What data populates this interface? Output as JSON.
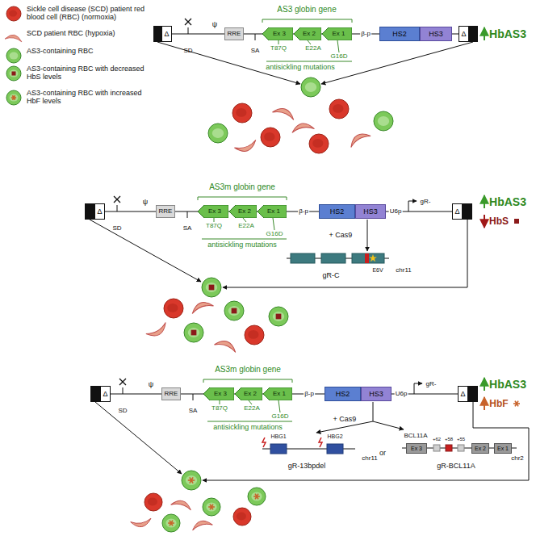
{
  "diagram": {
    "nodes": [
      {
        "text": [
          "Δ"
        ]
      },
      {
        "text": [
          "RRE"
        ]
      },
      {
        "text": [
          "Ex 3"
        ]
      },
      {
        "text": [
          "Ex 2"
        ]
      },
      {
        "text": [
          "Ex 1"
        ]
      },
      {
        "text": [
          "HS2"
        ]
      },
      {
        "text": [
          "HS3"
        ]
      },
      {
        "text": [
          "Δ"
        ]
      },
      {
        "text": [
          "Δ"
        ]
      },
      {
        "text": [
          "RRE"
        ]
      },
      {
        "text": [
          "Ex 3"
        ]
      },
      {
        "text": [
          "Ex 2"
        ]
      },
      {
        "text": [
          "Ex 1"
        ]
      },
      {
        "text": [
          "HS2"
        ]
      },
      {
        "text": [
          "HS3"
        ]
      },
      {
        "text": [
          "Δ"
        ]
      },
      {
        "text": [
          "Δ"
        ]
      },
      {
        "text": [
          "RRE"
        ]
      },
      {
        "text": [
          "Ex 3"
        ]
      },
      {
        "text": [
          "Ex 2"
        ]
      },
      {
        "text": [
          "Ex 1"
        ]
      },
      {
        "text": [
          "HS2"
        ]
      },
      {
        "text": [
          "HS3"
        ]
      },
      {
        "text": [
          "Δ"
        ]
      },
      {
        "text": [
          "Ex 3"
        ]
      },
      {
        "text": [
          "Ex 2"
        ]
      },
      {
        "text": [
          "Ex 1"
        ]
      }
    ],
    "labels": [
      "AS3 globin gene",
      "SD",
      "ψ",
      "SA",
      "β-p",
      "T87Q",
      "E22A",
      "G16D",
      "antisickling mutations",
      "HbAS3",
      "AS3m globin gene",
      "SD",
      "ψ",
      "SA",
      "β-p",
      "U6p",
      "gR-",
      "T87Q",
      "E22A",
      "G16D",
      "antisickling mutations",
      "+ Cas9",
      "HbAS3",
      "HbS",
      "gR-C",
      "E6V",
      "chr11",
      "AS3m globin gene",
      "SD",
      "ψ",
      "SA",
      "β-p",
      "U6p",
      "gR-",
      "T87Q",
      "E22A",
      "G16D",
      "antisickling mutations",
      "+ Cas9",
      "HbAS3",
      "HbF",
      "HBG1",
      "HBG2",
      "chr11",
      "gR-13bpdel",
      "or",
      "BCL11A",
      "+62",
      "+58",
      "+55",
      "chr2",
      "gR-BCL11A"
    ],
    "legend": [
      {
        "text": "Sickle cell disease (SCD) patient red blood cell (RBC) (normoxia)",
        "color": "#d9382b"
      },
      {
        "text": "SCD patient RBC (hypoxia)",
        "color": "#e8a08a"
      },
      {
        "text": "AS3-containing RBC",
        "color": "#7cc95a"
      },
      {
        "text": "AS3-containing RBC with decreased HbS levels",
        "color": "#7cc95a"
      },
      {
        "text": "AS3-containing RBC with increased HbF levels",
        "color": "#7cc95a"
      }
    ]
  }
}
